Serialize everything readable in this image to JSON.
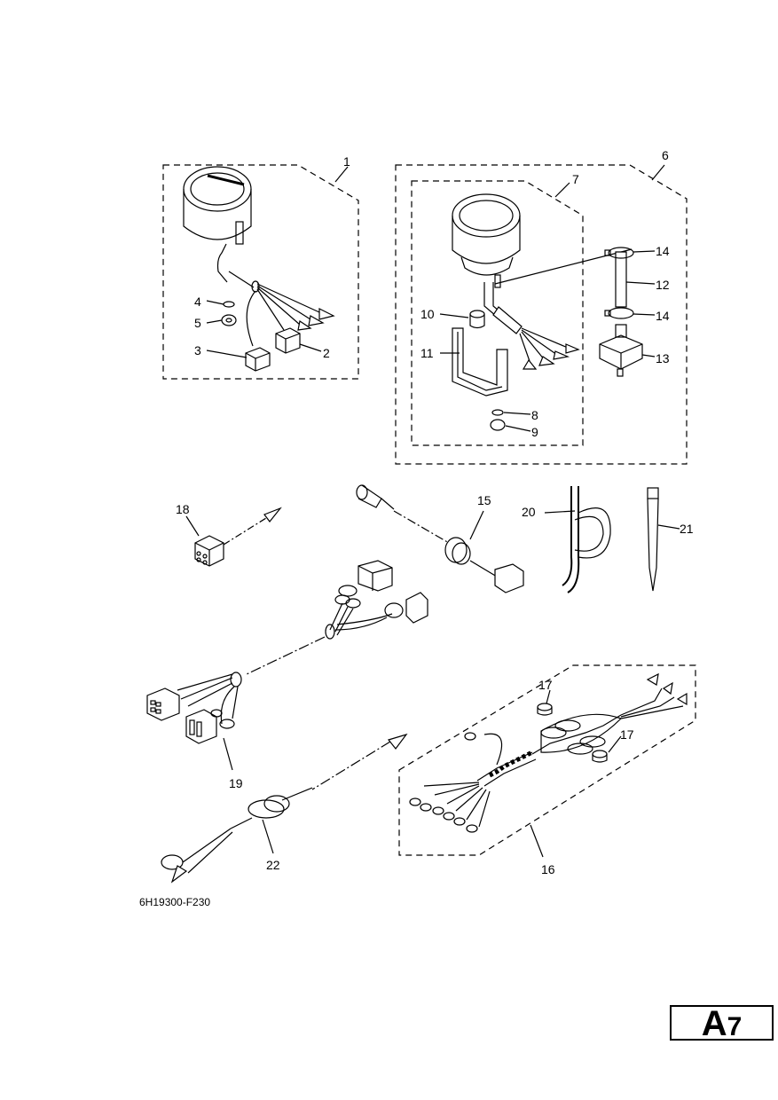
{
  "diagram": {
    "callouts": [
      "1",
      "2",
      "3",
      "4",
      "5",
      "6",
      "7",
      "8",
      "9",
      "10",
      "11",
      "12",
      "13",
      "14",
      "14",
      "15",
      "16",
      "17",
      "17",
      "18",
      "19",
      "20",
      "21",
      "22"
    ],
    "drawing_code": "6H19300-F230",
    "page_tag": {
      "letter": "A",
      "number": "7"
    }
  }
}
